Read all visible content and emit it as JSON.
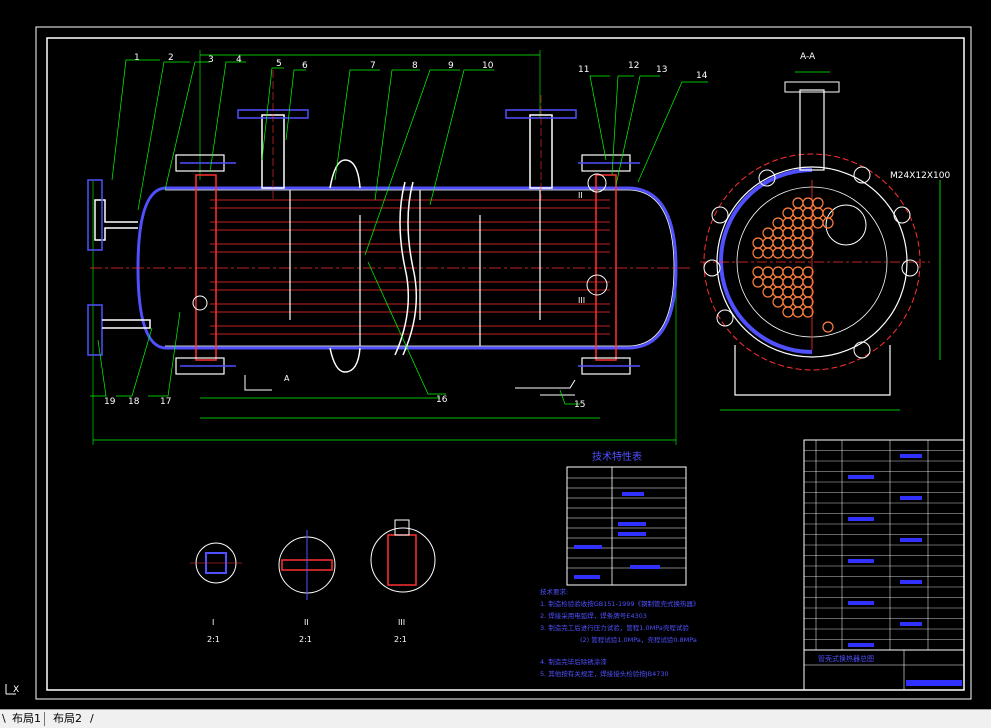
{
  "drawing": {
    "section_label": "A-A",
    "thread_callout": "M24X12X100",
    "part_numbers": [
      "1",
      "2",
      "3",
      "4",
      "5",
      "6",
      "7",
      "8",
      "9",
      "10",
      "11",
      "12",
      "13",
      "14",
      "15",
      "16",
      "17",
      "18",
      "19"
    ],
    "detail_marks": {
      "d1": "I",
      "d2": "II",
      "d3": "III"
    },
    "detail_scales": {
      "d1": "2:1",
      "d2": "2:1",
      "d3": "2:1"
    },
    "section_arrow_label": "A",
    "spec_table_title": "技术特性表",
    "tech_requirements_title": "技术要求:",
    "tech_requirements": [
      "1. 制造检验验收按GB151-1999《钢制管壳式换热器》",
      "2. 焊接采用电弧焊，焊条牌号E4303",
      "3. 制造完工后进行压力试验，管程1.0MPa壳程试验",
      "(2) 管程试验1.0MPa，壳程试验0.8MPa",
      "4. 制造完毕后除锈涂漆",
      "5. 其他按有关规定，焊接接头检验按JB4730"
    ],
    "title_block_name": "管壳式换热器总图"
  },
  "colors": {
    "background": "#000000",
    "frame": "#ffffff",
    "hatch": "#ff0000",
    "body": "#4040ff",
    "dim": "#00ff00",
    "text": "#ffffff",
    "label": "#00ff00"
  },
  "tabs": {
    "arrow_left": "\\",
    "tab1": "布局1",
    "tab2": "布局2",
    "arrow_right": "/"
  },
  "ucs_icon": "X"
}
